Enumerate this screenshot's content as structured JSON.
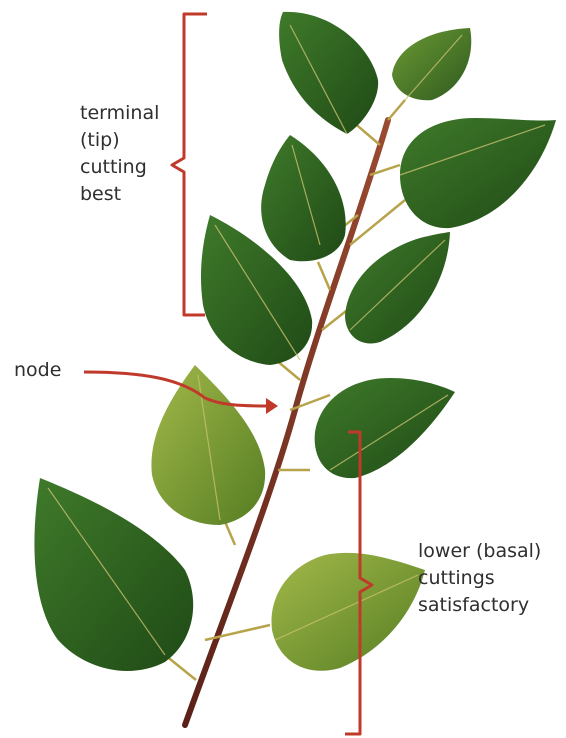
{
  "annotations": {
    "terminal": [
      "terminal",
      "(tip)",
      "cutting",
      "best"
    ],
    "node": "node",
    "lower": [
      "lower (basal)",
      "cuttings",
      "satisfactory"
    ]
  },
  "colors": {
    "annotation": "#c0392b",
    "stem": "#7a2e22",
    "leaf_dark": "#2f5f1f",
    "leaf_light": "#6f9a2a",
    "text": "#2f2f2f"
  }
}
